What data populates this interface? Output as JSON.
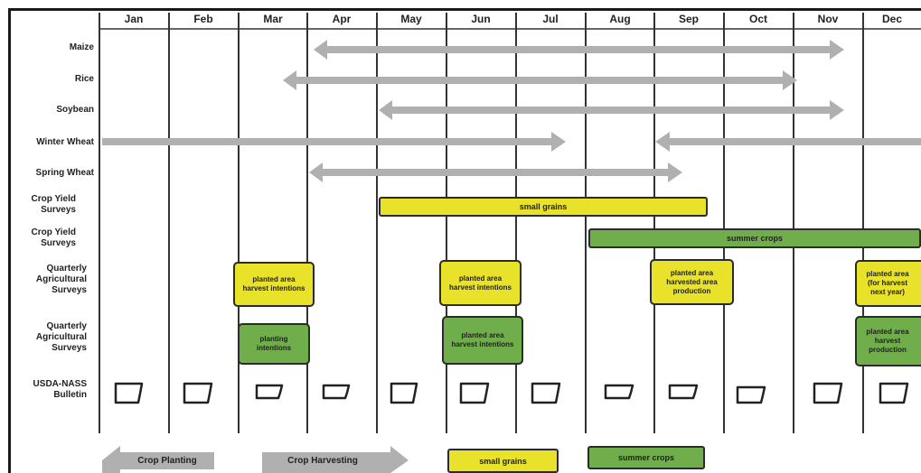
{
  "months": [
    "Jan",
    "Feb",
    "Mar",
    "Apr",
    "May",
    "Jun",
    "Jul",
    "Aug",
    "Sep",
    "Oct",
    "Nov",
    "Dec"
  ],
  "row_labels": {
    "maize": "Maize",
    "rice": "Rice",
    "soybean": "Soybean",
    "winter_wheat": "Winter Wheat",
    "spring_wheat": "Spring Wheat",
    "crop_yield_1": "Crop Yield Surveys",
    "crop_yield_2": "Crop Yield Surveys",
    "quarterly_1": "Quarterly Agricultural Surveys",
    "quarterly_2": "Quarterly Agricultural Surveys",
    "bulletin": "USDA-NASS Bulletin"
  },
  "bars": {
    "small_grains": "small grains",
    "summer_crops": "summer crops"
  },
  "quarterly_yellow": {
    "mar": "planted area harvest intentions",
    "jun": "planted area harvest intentions",
    "sep": "planted area harvested area production",
    "dec": "planted area (for harvest next year)"
  },
  "quarterly_green": {
    "mar": "planting intentions",
    "jun": "planted area harvest intentions",
    "dec": "planted area harvest production"
  },
  "legend": {
    "planting": "Crop Planting",
    "harvesting": "Crop Harvesting",
    "small_grains": "small grains",
    "summer_crops": "summer crops"
  },
  "colors": {
    "yellow": "#e8e22a",
    "green": "#6fae4a",
    "arrow": "#b0b0b0"
  }
}
